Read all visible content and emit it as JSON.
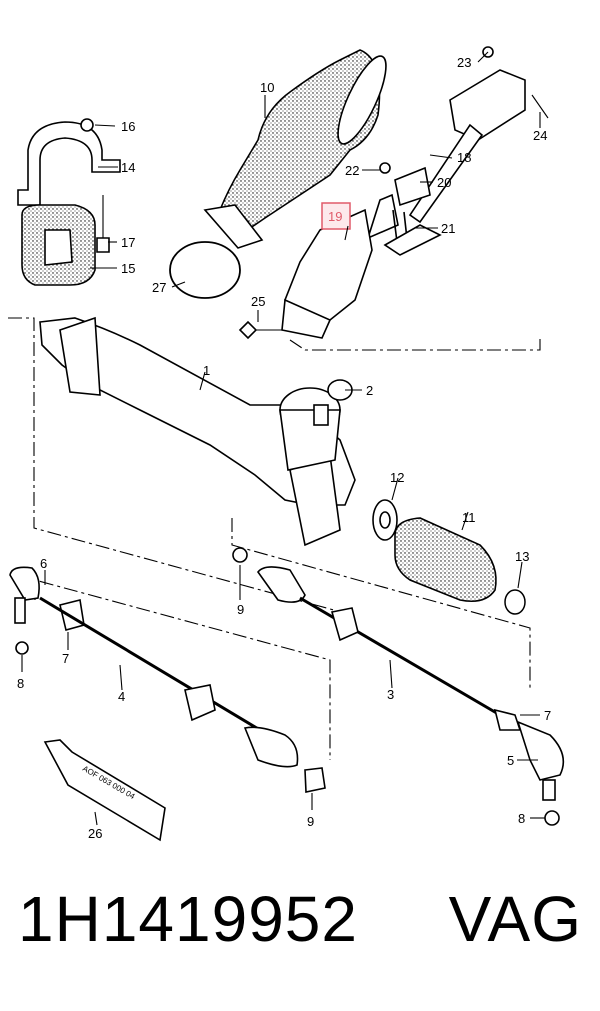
{
  "part_number": "1H1419952",
  "brand": "VAG",
  "highlight_color": "#e05a6a",
  "tube_label": "AOF 063 000 04",
  "callouts": {
    "c1": "1",
    "c2": "2",
    "c3": "3",
    "c4": "4",
    "c5": "5",
    "c6": "6",
    "c7a": "7",
    "c7b": "7",
    "c8a": "8",
    "c8b": "8",
    "c9a": "9",
    "c9b": "9",
    "c10": "10",
    "c11": "11",
    "c12": "12",
    "c13": "13",
    "c14": "14",
    "c15": "15",
    "c16": "16",
    "c17": "17",
    "c18": "18",
    "c19": "19",
    "c20": "20",
    "c21": "21",
    "c22": "22",
    "c23": "23",
    "c24": "24",
    "c25": "25",
    "c26": "26",
    "c27": "27"
  }
}
